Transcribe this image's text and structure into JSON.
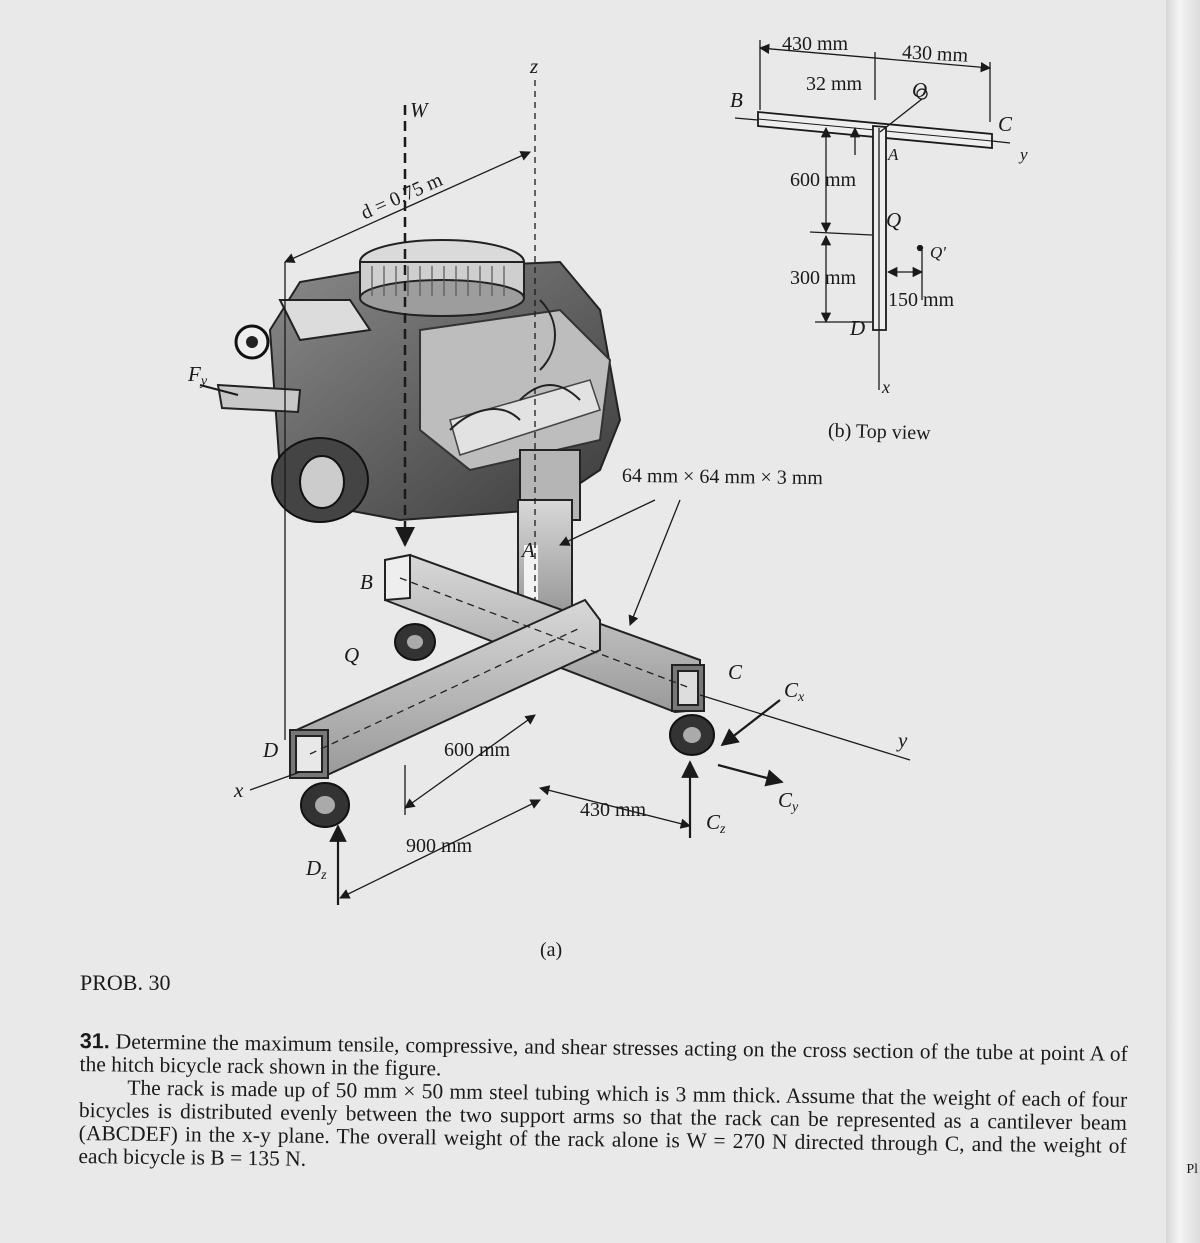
{
  "figure": {
    "part_a_caption": "(a)",
    "part_b_caption": "(b) Top view",
    "tube_section": "64 mm × 64 mm × 3 mm",
    "distance_d": "d = 0.75 m",
    "labels": {
      "W": "W",
      "z": "z",
      "Fy": "F",
      "Fy_sub": "y",
      "A": "A",
      "B": "B",
      "C": "C",
      "D": "D",
      "Q": "Q",
      "x": "x",
      "y": "y",
      "Cx": "C",
      "Cx_sub": "x",
      "Cy": "C",
      "Cy_sub": "y",
      "Cz": "C",
      "Cz_sub": "z",
      "Dz": "D",
      "Dz_sub": "z"
    },
    "dims_a": {
      "d600": "600 mm",
      "d900": "900 mm",
      "d430": "430 mm"
    },
    "top_view": {
      "dim_430_left": "430 mm",
      "dim_430_right": "430 mm",
      "dim_32": "32 mm",
      "dim_600": "600 mm",
      "dim_300": "300 mm",
      "dim_150": "150 mm",
      "B": "B",
      "O": "O",
      "C": "C",
      "y": "y",
      "A": "A",
      "Q": "Q",
      "Qp": "Q'",
      "D": "D",
      "x": "x"
    }
  },
  "prob_label": "PROB. 30",
  "problem": {
    "number": "31.",
    "para1": "Determine the maximum tensile, compressive, and shear stresses acting on the cross section of the tube at point A of the hitch bicycle rack shown in the figure.",
    "para2": "The rack is made up of 50 mm × 50 mm steel tubing which is 3 mm thick. Assume that the weight of each of four bicycles is distributed evenly between the two support arms so that the rack can be represented as a cantilever beam (ABCDEF) in the x-y plane. The overall weight of the rack alone is W = 270 N directed through C, and the weight of each bicycle is B = 135 N."
  },
  "edge_fragment": "Pl"
}
